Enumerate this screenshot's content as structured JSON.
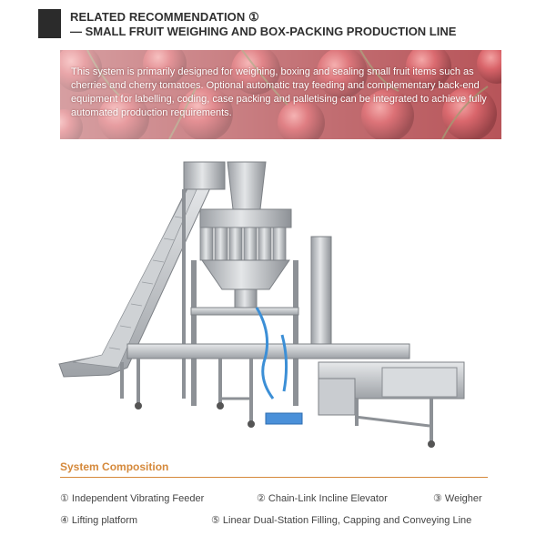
{
  "header": {
    "title": "RELATED RECOMMENDATION ①",
    "subtitle": "— SMALL FRUIT WEIGHING AND BOX-PACKING PRODUCTION LINE"
  },
  "intro": {
    "text": "This system is primarily designed for weighing, boxing and sealing small fruit items such as cherries and cherry tomatoes. Optional automatic tray feeding and complementary back-end equipment for labelling, coding, case packing and palletising can be integrated to achieve fully automated production requirements."
  },
  "system_composition": {
    "title": "System Composition",
    "items": [
      "① Independent Vibrating Feeder",
      "② Chain-Link Incline Elevator",
      "③ Weigher",
      "④ Lifting platform",
      "⑤ Linear Dual-Station Filling, Capping and Conveying Line"
    ]
  },
  "colors": {
    "accent": "#d5893b",
    "header_bar": "#2b2b2b",
    "cherry": "#b93a3f"
  }
}
